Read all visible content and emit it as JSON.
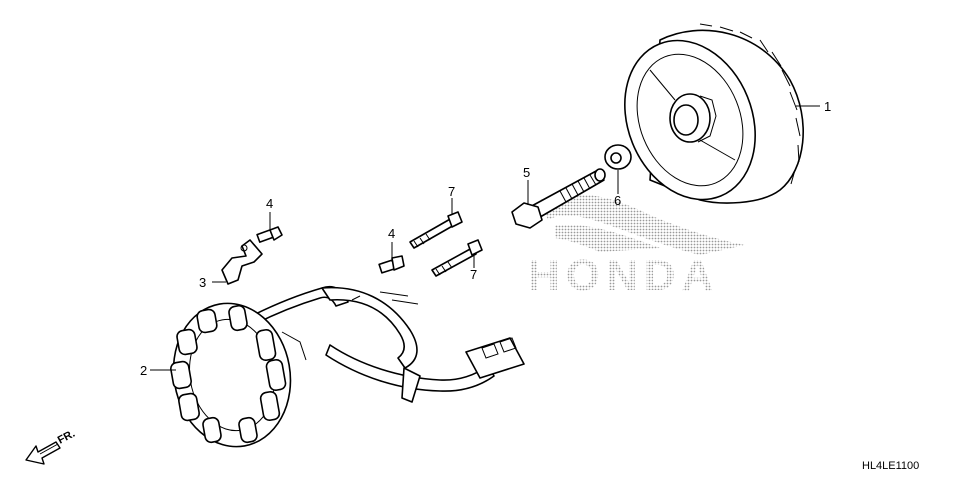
{
  "diagram": {
    "callouts": [
      {
        "id": "1",
        "label": "1"
      },
      {
        "id": "2",
        "label": "2"
      },
      {
        "id": "3",
        "label": "3"
      },
      {
        "id": "4a",
        "label": "4"
      },
      {
        "id": "4b",
        "label": "4"
      },
      {
        "id": "5",
        "label": "5"
      },
      {
        "id": "6",
        "label": "6"
      },
      {
        "id": "7a",
        "label": "7"
      },
      {
        "id": "7b",
        "label": "7"
      }
    ],
    "watermark": "HONDA",
    "direction_label": "FR.",
    "drawing_code": "HL4LE1100"
  }
}
